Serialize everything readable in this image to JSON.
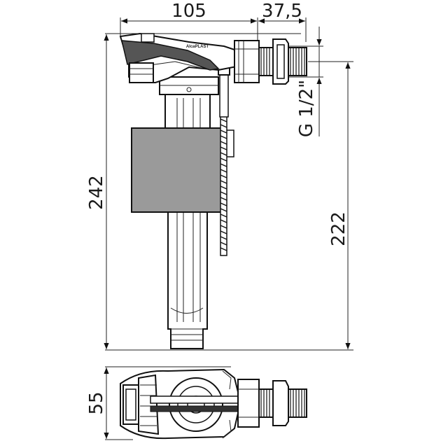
{
  "dimensions": {
    "width_top": "105",
    "connector_width": "37,5",
    "total_height": "242",
    "inlet_height": "222",
    "thread": "G 1/2\"",
    "depth": "55"
  },
  "brand": "AlcaPLAST",
  "colors": {
    "line": "#111111",
    "float_fill": "#9a9a9a",
    "body_fill": "#ffffff",
    "dark_fill": "#333333"
  }
}
